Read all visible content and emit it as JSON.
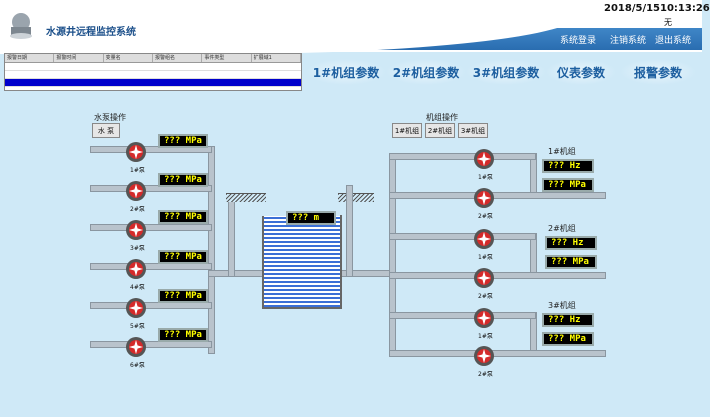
{
  "app_title": "水源井远程监控系统",
  "date": "2018/5/15",
  "time": "10:13:26",
  "status": "无",
  "menu": [
    "系统登录",
    "注销系统",
    "退出系统"
  ],
  "alarm_columns": [
    "报警日期",
    "报警时间",
    "变量名",
    "报警组名",
    "事件类型",
    "扩展域1"
  ],
  "params": [
    "1#机组参数",
    "2#机组参数",
    "3#机组参数",
    "仪表参数",
    "报警参数"
  ],
  "pump_ops_label": "水泵操作",
  "pump_button": "水 泵",
  "unit_ops_label": "机组操作",
  "unit_buttons": [
    "1#机组",
    "2#机组",
    "3#机组"
  ],
  "pump_pressures": [
    "??? MPa",
    "??? MPa",
    "??? MPa",
    "??? MPa",
    "??? MPa",
    "??? MPa"
  ],
  "pump_labels": [
    "1#泵",
    "2#泵",
    "3#泵",
    "4#泵",
    "5#泵",
    "6#泵"
  ],
  "tank_level": "??? m",
  "units": [
    {
      "label": "1#机组",
      "hz": "??? Hz",
      "mpa": "??? MPa"
    },
    {
      "label": "2#机组",
      "hz": "??? Hz",
      "mpa": "??? MPa"
    },
    {
      "label": "3#机组",
      "hz": "??? Hz",
      "mpa": "??? MPa"
    }
  ],
  "right_pump_labels": [
    "1#泵",
    "2#泵",
    "1#泵",
    "2#泵",
    "1#泵",
    "2#泵"
  ],
  "colors": {
    "background": "#cfe9f7",
    "header_bar": "#2a6db0",
    "display_text": "#ffff00",
    "pump_red": "#d42a2a"
  }
}
